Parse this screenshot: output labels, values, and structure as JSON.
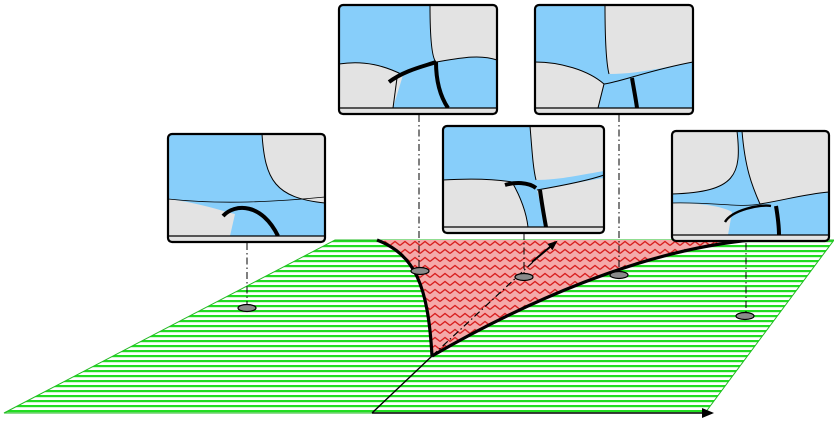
{
  "colors": {
    "background": "#ffffff",
    "plane_stripe_green": "#22dd22",
    "plane_stripe_white": "#ffffff",
    "region_fill": "#f4a9a9",
    "region_zigzag": "#d81e1e",
    "inset_blue": "#87cefa",
    "inset_gray": "#e3e3e3",
    "outline": "#000000",
    "marker_fill": "#8a8a8a"
  },
  "icons": {
    "axis_arrow": "arrow-right-icon",
    "marker": "ellipse-marker-icon"
  },
  "insets": [
    {
      "id": "inset-1",
      "variant": "fold-right"
    },
    {
      "id": "inset-2",
      "variant": "wedge-tilted"
    },
    {
      "id": "inset-3",
      "variant": "split-thin"
    },
    {
      "id": "inset-4",
      "variant": "triple-junction"
    },
    {
      "id": "inset-5",
      "variant": "spike-corner"
    }
  ]
}
